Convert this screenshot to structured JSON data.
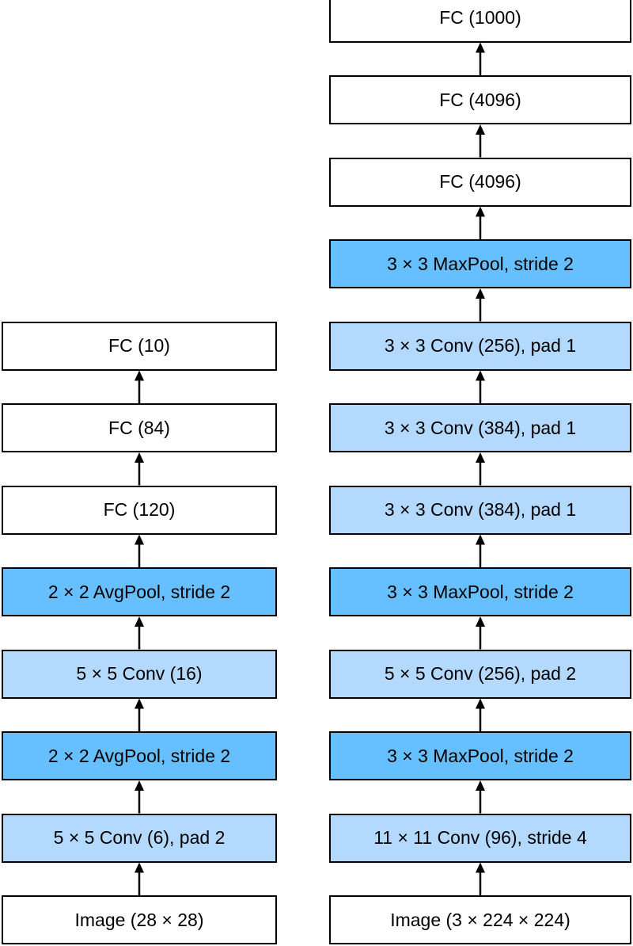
{
  "colors": {
    "conv": "#b3d9ff",
    "pool": "#66bfff",
    "fc": "#ffffff",
    "input": "#ffffff",
    "border": "#000000"
  },
  "lenet": {
    "layers": [
      {
        "label": "Image (28 × 28)",
        "kind": "input"
      },
      {
        "label": "5 × 5 Conv (6), pad 2",
        "kind": "conv"
      },
      {
        "label": "2 × 2 AvgPool, stride 2",
        "kind": "pool"
      },
      {
        "label": "5 × 5 Conv (16)",
        "kind": "conv"
      },
      {
        "label": "2 × 2 AvgPool, stride 2",
        "kind": "pool"
      },
      {
        "label": "FC (120)",
        "kind": "fc"
      },
      {
        "label": "FC (84)",
        "kind": "fc"
      },
      {
        "label": "FC (10)",
        "kind": "fc"
      }
    ]
  },
  "alexnet": {
    "layers": [
      {
        "label": "Image (3 × 224 × 224)",
        "kind": "input"
      },
      {
        "label": "11 × 11 Conv (96), stride 4",
        "kind": "conv"
      },
      {
        "label": "3 × 3 MaxPool, stride 2",
        "kind": "pool"
      },
      {
        "label": "5 × 5 Conv (256), pad 2",
        "kind": "conv"
      },
      {
        "label": "3 × 3 MaxPool, stride 2",
        "kind": "pool"
      },
      {
        "label": "3 × 3 Conv (384), pad 1",
        "kind": "conv"
      },
      {
        "label": "3 × 3 Conv (384), pad 1",
        "kind": "conv"
      },
      {
        "label": "3 × 3 Conv (256), pad 1",
        "kind": "conv"
      },
      {
        "label": "3 × 3 MaxPool, stride 2",
        "kind": "pool"
      },
      {
        "label": "FC (4096)",
        "kind": "fc"
      },
      {
        "label": "FC (4096)",
        "kind": "fc"
      },
      {
        "label": "FC (1000)",
        "kind": "fc"
      }
    ]
  }
}
